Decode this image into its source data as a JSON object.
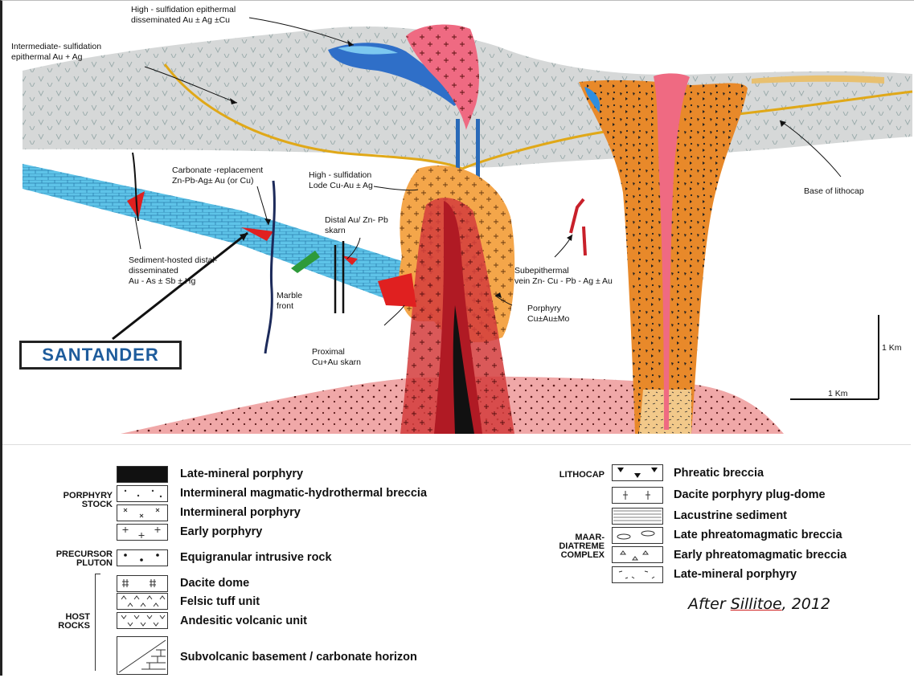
{
  "cross_section": {
    "labels": {
      "high_sulfidation_epithermal": "High - sulfidation epithermal\ndisseminated Au ± Ag ±Cu",
      "intermediate_sulfidation": "Intermediate- sulfidation\nepithermal Au + Ag",
      "carbonate_replacement": "Carbonate -replacement\nZn-Pb-Ag± Au (or Cu)",
      "high_sulfidation_lode": "High - sulfidation\nLode Cu-Au ± Ag",
      "distal_skarn": "Distal Au/ Zn- Pb\nskarn",
      "base_of_lithocap": "Base of lithocap",
      "sediment_hosted": "Sediment-hosted distal-\ndisseminated\nAu - As ± Sb ± Hg",
      "marble_front": "Marble\nfront",
      "subepithermal_vein": "Subepithermal\nvein Zn- Cu - Pb - Ag ± Au",
      "porphyry": "Porphyry\nCu±Au±Mo",
      "proximal_skarn": "Proximal\nCu+Au skarn",
      "scale_vertical": "1 Km",
      "scale_horizontal": "1 Km",
      "santander": "SANTANDER"
    }
  },
  "legend": {
    "groups": {
      "porphyry_stock": "PORPHYRY\nSTOCK",
      "precursor_pluton": "PRECURSOR\nPLUTON",
      "host_rocks": "HOST\nROCKS",
      "lithocap": "LITHOCAP",
      "maar_diatreme": "MAAR-\nDIATREME\nCOMPLEX"
    },
    "left_items": [
      {
        "label": "Late-mineral porphyry",
        "pattern": "solid-black"
      },
      {
        "label": "Intermineral magmatic-hydrothermal breccia",
        "pattern": "dots"
      },
      {
        "label": "Intermineral porphyry",
        "pattern": "crosses-x"
      },
      {
        "label": "Early porphyry",
        "pattern": "crosses-plus"
      },
      {
        "label": "Equigranular intrusive rock",
        "pattern": "bold-dots"
      },
      {
        "label": "Dacite dome",
        "pattern": "hash"
      },
      {
        "label": "Felsic tuff unit",
        "pattern": "carets"
      },
      {
        "label": "Andesitic volcanic unit",
        "pattern": "v-marks"
      },
      {
        "label": "Subvolcanic basement / carbonate horizon",
        "pattern": "bricks"
      }
    ],
    "right_items": [
      {
        "label": "Phreatic breccia",
        "pattern": "triangles"
      },
      {
        "label": "Dacite porphyry plug-dome",
        "pattern": "plus-bars"
      },
      {
        "label": "Lacustrine sediment",
        "pattern": "lines"
      },
      {
        "label": "Late phreatomagmatic breccia",
        "pattern": "ovals"
      },
      {
        "label": "Early phreatomagmatic breccia",
        "pattern": "small-triangles"
      },
      {
        "label": "Late-mineral porphyry",
        "pattern": "dashes"
      }
    ],
    "citation_prefix": "After ",
    "citation_name": "Sillitoe",
    "citation_suffix": ", 2012"
  }
}
